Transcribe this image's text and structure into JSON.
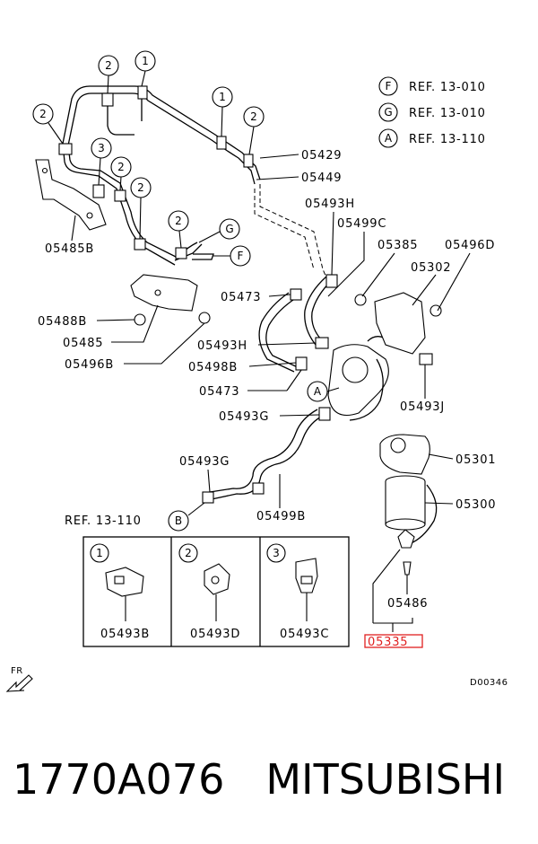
{
  "refs": [
    {
      "letter": "F",
      "text": "REF. 13-010"
    },
    {
      "letter": "G",
      "text": "REF. 13-010"
    },
    {
      "letter": "A",
      "text": "REF. 13-110"
    }
  ],
  "callouts": {
    "c1a": "1",
    "c1b": "1",
    "c2a": "2",
    "c2b": "2",
    "c2c": "2",
    "c2d": "2",
    "c2e": "2",
    "c2f": "2",
    "c3a": "3",
    "G": "G",
    "F": "F",
    "A": "A",
    "B": "B"
  },
  "labels": {
    "p05429": "05429",
    "p05449": "05449",
    "p05485B": "05485B",
    "p05493H_top": "05493H",
    "p05499C": "05499C",
    "p05385": "05385",
    "p05496D": "05496D",
    "p05302": "05302",
    "p05473_a": "05473",
    "p05488B": "05488B",
    "p05485": "05485",
    "p05496B": "05496B",
    "p05493H_mid": "05493H",
    "p05498B": "05498B",
    "p05473_b": "05473",
    "p05493J": "05493J",
    "p05493G_a": "05493G",
    "p05493G_b": "05493G",
    "p05301": "05301",
    "p05300": "05300",
    "ref_b": "REF. 13-110",
    "p05499B": "05499B",
    "p05486": "05486",
    "p05335": "05335"
  },
  "inset": [
    {
      "num": "1",
      "part": "05493B"
    },
    {
      "num": "2",
      "part": "05493D"
    },
    {
      "num": "3",
      "part": "05493C"
    }
  ],
  "front_label": "FR",
  "drawing_id": "D00346",
  "caption": {
    "part_number": "1770A076",
    "manufacturer": "MITSUBISHI"
  },
  "highlight_color": "#e02020"
}
